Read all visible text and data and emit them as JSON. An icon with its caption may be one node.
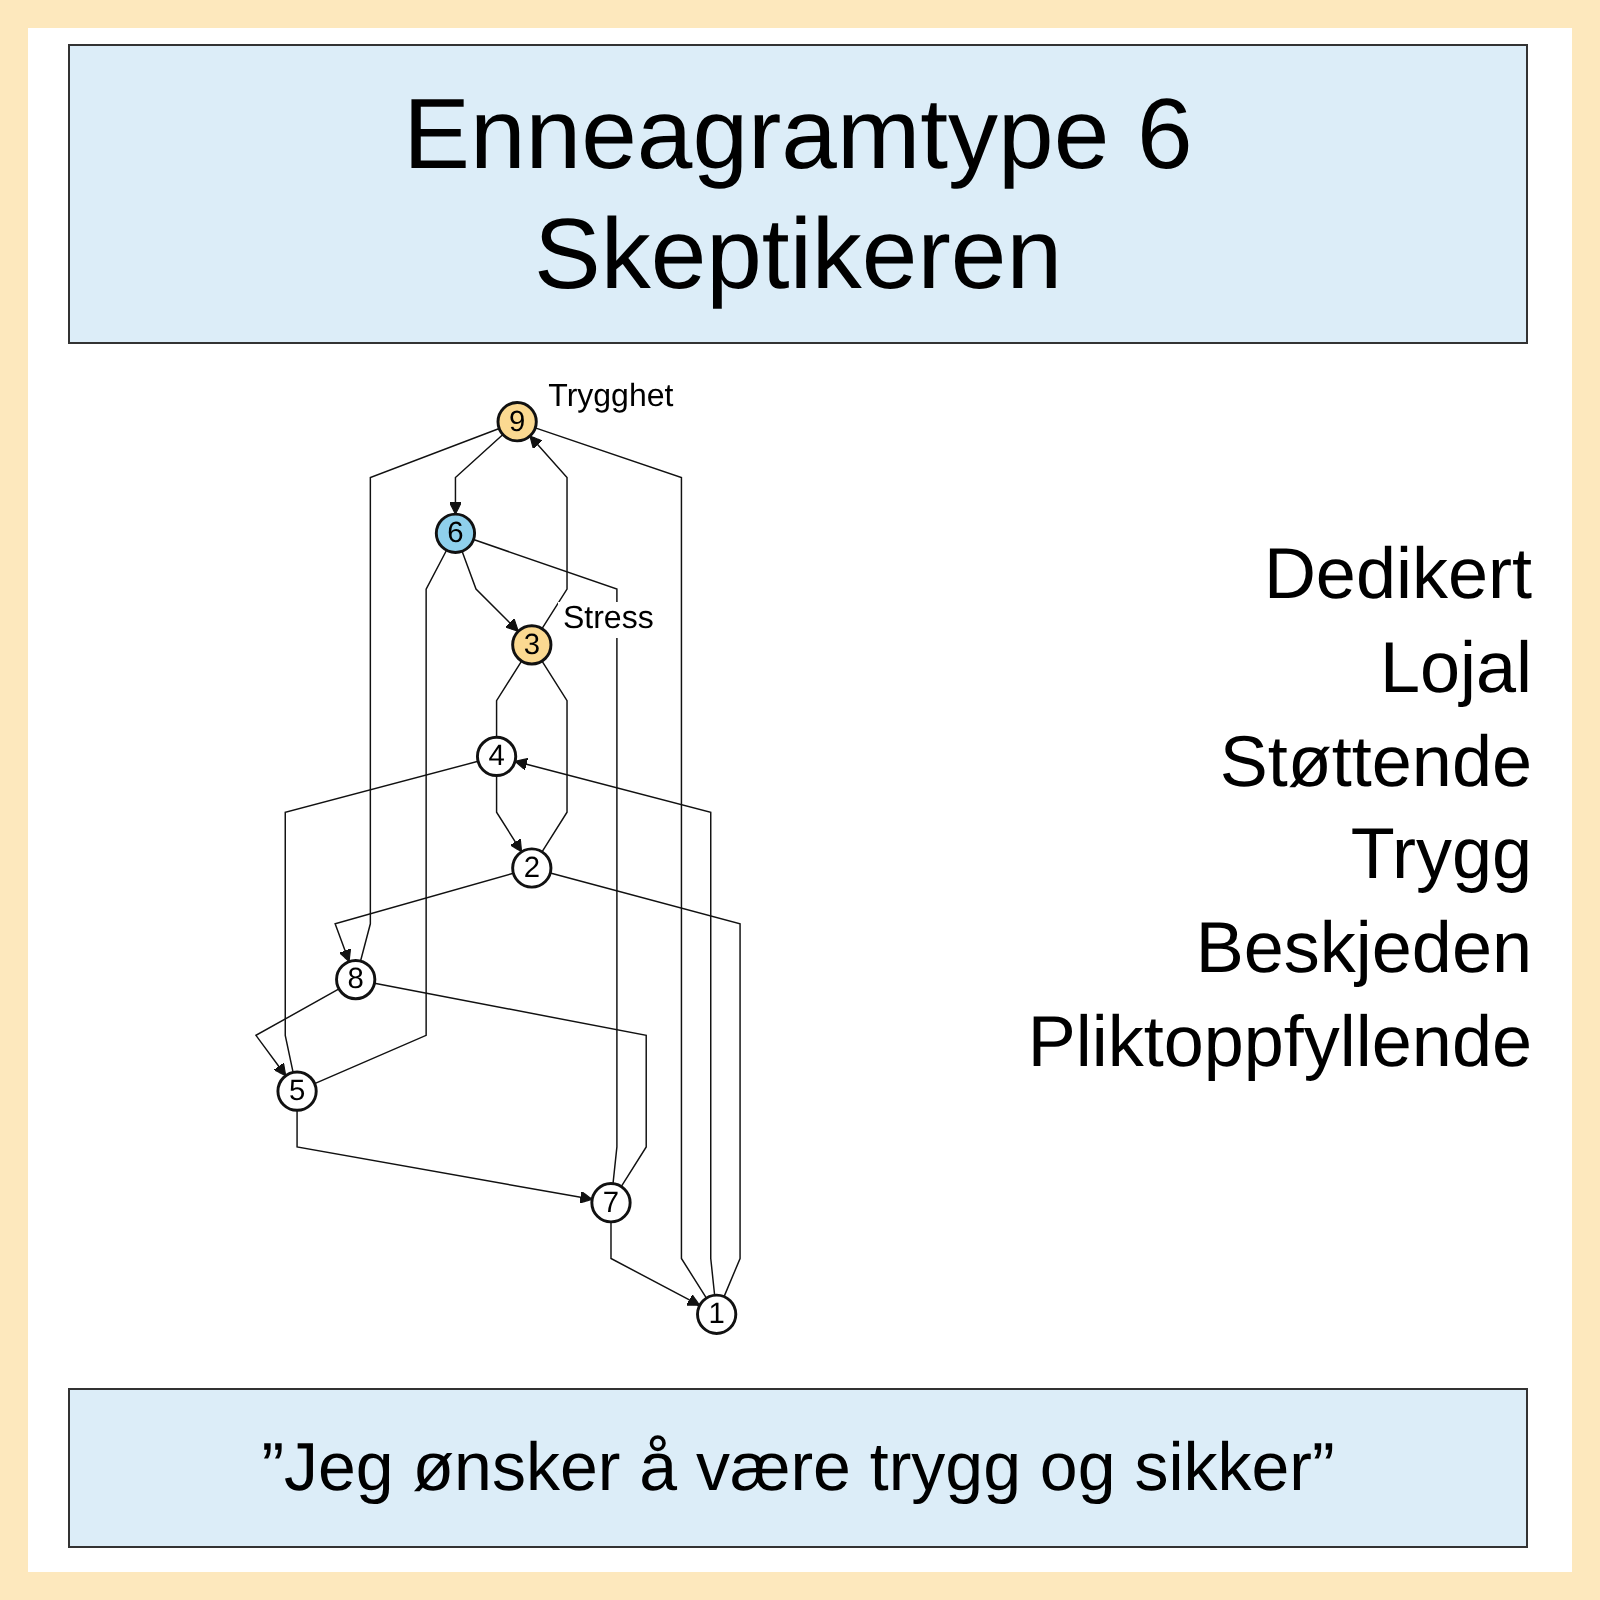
{
  "diagram": {
    "title": "Enneagramtype 6 Skeptikeren",
    "caption": "”Jeg ønsker å være trygg og sikker”",
    "nodes": [
      {
        "text": [
          "9"
        ],
        "beside": [
          "Trygghet"
        ]
      },
      {
        "text": [
          "8"
        ]
      },
      {
        "text": [
          "1"
        ]
      },
      {
        "text": [
          "7"
        ]
      },
      {
        "text": [
          "2"
        ]
      },
      {
        "text": [
          "6"
        ]
      },
      {
        "text": [
          "3"
        ],
        "beside": [
          "Stress"
        ]
      },
      {
        "text": [
          "5"
        ]
      },
      {
        "text": [
          "4"
        ]
      }
    ],
    "edges": [
      {
        "from": 3,
        "to": 2,
        "arrow": "to"
      },
      {
        "from": 2,
        "to": 8,
        "arrow": "to"
      },
      {
        "from": 8,
        "to": 4,
        "arrow": "to"
      },
      {
        "from": 4,
        "to": 1,
        "arrow": "to"
      },
      {
        "from": 1,
        "to": 7,
        "arrow": "to"
      },
      {
        "from": 7,
        "to": 3,
        "arrow": "to"
      },
      {
        "from": 0,
        "to": 5,
        "arrow": "to"
      },
      {
        "from": 5,
        "to": 6,
        "arrow": "to"
      },
      {
        "from": 6,
        "to": 0,
        "arrow": "to"
      },
      {
        "from": 0,
        "to": 2,
        "arrow": "none"
      },
      {
        "from": 2,
        "to": 4,
        "arrow": "none"
      },
      {
        "from": 4,
        "to": 6,
        "arrow": "none"
      },
      {
        "from": 6,
        "to": 8,
        "arrow": "none"
      },
      {
        "from": 8,
        "to": 7,
        "arrow": "none"
      },
      {
        "from": 7,
        "to": 5,
        "arrow": "none"
      },
      {
        "from": 5,
        "to": 3,
        "arrow": "none"
      },
      {
        "from": 3,
        "to": 1,
        "arrow": "none"
      },
      {
        "from": 1,
        "to": 0,
        "arrow": "none"
      }
    ],
    "labels": [
      "Dedikert",
      "Lojal",
      "Støttende",
      "Trygg",
      "Beskjeden",
      "Pliktoppfyllende"
    ]
  }
}
